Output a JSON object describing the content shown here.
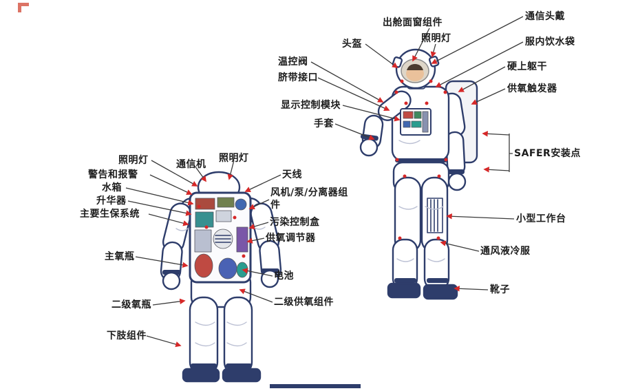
{
  "diagram": {
    "subject": "舱外航天服结构图",
    "colors": {
      "background": "#ffffff",
      "suit_outline": "#2e3d6b",
      "leader_line": "#3a3a3a",
      "arrow": "#d62828",
      "label_text": "#1c1c1c"
    }
  },
  "labels": {
    "front_view": [
      {
        "id": "eva-visor-assembly",
        "text": "出舱面窗组件"
      },
      {
        "id": "communication-headset",
        "text": "通信头戴"
      },
      {
        "id": "helmet",
        "text": "头盔"
      },
      {
        "id": "lamp",
        "text": "照明灯"
      },
      {
        "id": "in-suit-drink-bag",
        "text": "服内饮水袋"
      },
      {
        "id": "temperature-control-valve",
        "text": "温控阀"
      },
      {
        "id": "hard-upper-torso",
        "text": "硬上躯干"
      },
      {
        "id": "umbilical-connector",
        "text": "脐带接口"
      },
      {
        "id": "oxygen-actuator",
        "text": "供氧触发器"
      },
      {
        "id": "display-control-module",
        "text": "显示控制模块"
      },
      {
        "id": "glove",
        "text": "手套"
      },
      {
        "id": "safer-mount-point",
        "text": "SAFER安装点"
      },
      {
        "id": "mini-workstation",
        "text": "小型工作台"
      },
      {
        "id": "ventilation-liquid-cooling-garment",
        "text": "通风液冷服"
      },
      {
        "id": "boots",
        "text": "靴子"
      }
    ],
    "back_view": [
      {
        "id": "lamp-left",
        "text": "照明灯"
      },
      {
        "id": "communicator",
        "text": "通信机"
      },
      {
        "id": "lamp-right",
        "text": "照明灯"
      },
      {
        "id": "caution-and-warning",
        "text": "警告和报警"
      },
      {
        "id": "water-tank",
        "text": "水箱"
      },
      {
        "id": "sublimator",
        "text": "升华器"
      },
      {
        "id": "primary-life-support-system",
        "text": "主要生保系统"
      },
      {
        "id": "antenna",
        "text": "天线"
      },
      {
        "id": "fan-pump-separator-assembly",
        "text": "风机/泵/分离器组件"
      },
      {
        "id": "contaminant-control-box",
        "text": "污染控制盒"
      },
      {
        "id": "oxygen-regulator",
        "text": "供氧调节器"
      },
      {
        "id": "primary-oxygen-tank",
        "text": "主氧瓶"
      },
      {
        "id": "battery",
        "text": "电池"
      },
      {
        "id": "secondary-oxygen-tank",
        "text": "二级氧瓶"
      },
      {
        "id": "secondary-oxygen-supply-assembly",
        "text": "二级供氧组件"
      },
      {
        "id": "lower-torso-assembly",
        "text": "下肢组件"
      }
    ]
  }
}
